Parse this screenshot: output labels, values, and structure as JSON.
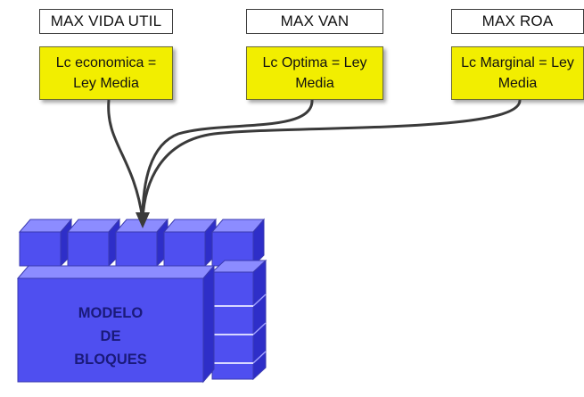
{
  "headers": [
    {
      "key": "vida",
      "text": "MAX VIDA UTIL"
    },
    {
      "key": "van",
      "text": "MAX VAN"
    },
    {
      "key": "roa",
      "text": "MAX ROA"
    }
  ],
  "boxes": [
    {
      "key": "economica",
      "line1": "Lc economica =",
      "line2": "Ley Media"
    },
    {
      "key": "optima",
      "line1": "Lc Optima = Ley",
      "line2": "Media"
    },
    {
      "key": "marginal",
      "line1": "Lc Marginal = Ley",
      "line2": "Media"
    }
  ],
  "model": {
    "line1": "MODELO",
    "line2": "DE",
    "line3": "BLOQUES"
  },
  "colors": {
    "header_bg": "#ffffff",
    "box_fill": "#f2ee00",
    "block_front": "#4f4ff0",
    "block_top": "#8c8cff",
    "block_side": "#2e2ec8",
    "arrow": "#3a3a3a"
  }
}
